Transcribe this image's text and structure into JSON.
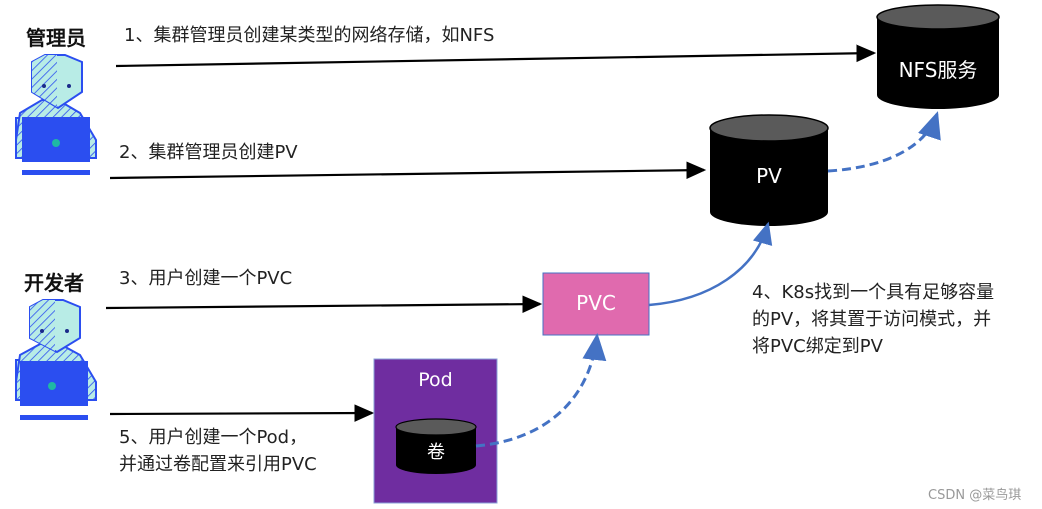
{
  "roles": {
    "admin": "管理员",
    "developer": "开发者"
  },
  "steps": {
    "step1": "1、集群管理员创建某类型的网络存储，如NFS",
    "step2": "2、集群管理员创建PV",
    "step3": "3、用户创建一个PVC",
    "step4": [
      "4、K8s找到一个具有足够容量",
      "的PV，将其置于访问模式，并",
      "将PVC绑定到PV"
    ],
    "step5": [
      "5、用户创建一个Pod，",
      "并通过卷配置来引用PVC"
    ]
  },
  "nodes": {
    "nfs": "NFS服务",
    "pv": "PV",
    "pvc": "PVC",
    "pod": "Pod",
    "volume": "卷"
  },
  "colors": {
    "cylinder_body": "#000000",
    "cylinder_top": "#5a5a5a",
    "pvc_fill": "#e06aae",
    "pod_fill": "#6f2da0",
    "connector_blue": "#4472c4",
    "person_light": "#b8ece6",
    "person_blue": "#2b4ef0",
    "person_dot": "#1fb8a4"
  },
  "watermark": "CSDN @菜鸟琪"
}
